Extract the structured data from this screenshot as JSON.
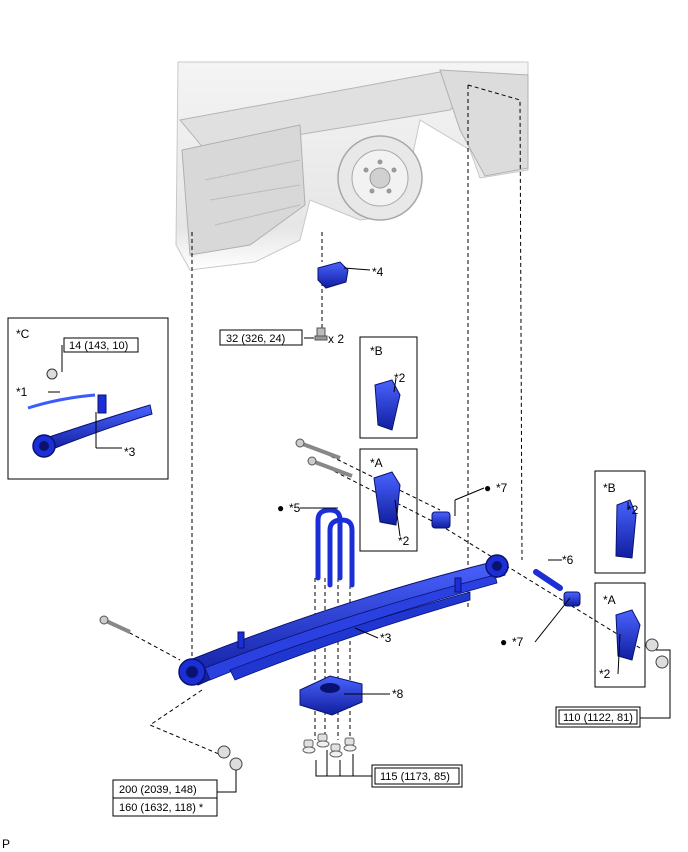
{
  "callouts": {
    "c1": "*1",
    "c2a": "*2",
    "c2b": "*2",
    "c2c": "*2",
    "c2d": "*2",
    "c3a": "*3",
    "c3b": "*3",
    "c4": "*4",
    "c5": "*5",
    "c6": "*6",
    "c7a": "*7",
    "c7b": "*7",
    "c8": "*8"
  },
  "views": {
    "A1": "*A",
    "A2": "*A",
    "B1": "*B",
    "B2": "*B",
    "C": "*C"
  },
  "torques": {
    "t14": "14 (143, 10)",
    "t32": "32 (326, 24)",
    "t110": "110 (1122, 81)",
    "t115": "115 (1173, 85)",
    "t200": "200 (2039, 148)",
    "t160": "160 (1632, 118) *"
  },
  "misc": {
    "qty_x2": "x 2",
    "bullet": "●",
    "footer_code": "P"
  },
  "colors": {
    "part_blue": "#1c2fd6",
    "part_blue_light": "#4a63ff",
    "body_gray": "#d9d9d9",
    "line": "#000000"
  },
  "icons": [
    "bolt-icon",
    "nut-icon",
    "washer-icon",
    "leaf-spring-icon",
    "u-bolt-icon",
    "bracket-icon",
    "bushing-icon",
    "pin-icon",
    "spring-seat-icon",
    "wheel-hub-icon"
  ]
}
